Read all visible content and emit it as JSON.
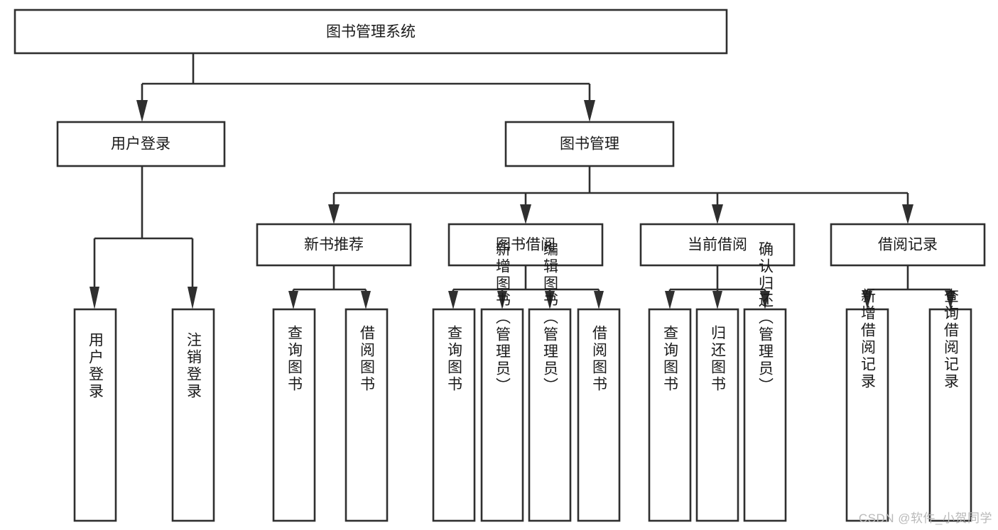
{
  "diagram": {
    "type": "tree-hierarchy",
    "title": "图书管理系统",
    "watermark": "CSDN @软件_小贺同学",
    "colors": {
      "stroke": "#2f2f2f",
      "fill": "#ffffff",
      "text": "#1a1a1a",
      "watermark": "#b9b9b9",
      "background": "#ffffff"
    },
    "levels": {
      "root": {
        "label": "图书管理系统",
        "orientation": "horizontal"
      },
      "level1": [
        {
          "label": "用户登录",
          "orientation": "horizontal"
        },
        {
          "label": "图书管理",
          "orientation": "horizontal"
        }
      ],
      "level2": [
        {
          "label": "新书推荐",
          "orientation": "horizontal",
          "parent": "图书管理"
        },
        {
          "label": "图书借阅",
          "orientation": "horizontal",
          "parent": "图书管理"
        },
        {
          "label": "当前借阅",
          "orientation": "horizontal",
          "parent": "图书管理"
        },
        {
          "label": "借阅记录",
          "orientation": "horizontal",
          "parent": "图书管理"
        }
      ],
      "leaves": {
        "用户登录": [
          {
            "label": "用户登录",
            "orientation": "vertical",
            "align": "bottom"
          },
          {
            "label": "注销登录",
            "orientation": "vertical",
            "align": "bottom"
          }
        ],
        "新书推荐": [
          {
            "label": "查询图书",
            "orientation": "vertical",
            "align": "middle"
          },
          {
            "label": "借阅图书",
            "orientation": "vertical",
            "align": "middle"
          }
        ],
        "图书借阅": [
          {
            "label": "查询图书",
            "orientation": "vertical",
            "align": "middle"
          },
          {
            "label": "新增图书（管理员）",
            "orientation": "vertical",
            "align": "top"
          },
          {
            "label": "编辑图书（管理员）",
            "orientation": "vertical",
            "align": "top"
          },
          {
            "label": "借阅图书",
            "orientation": "vertical",
            "align": "middle"
          }
        ],
        "当前借阅": [
          {
            "label": "查询图书",
            "orientation": "vertical",
            "align": "middle"
          },
          {
            "label": "归还图书",
            "orientation": "vertical",
            "align": "middle"
          },
          {
            "label": "确认归还（管理员）",
            "orientation": "vertical",
            "align": "top"
          }
        ],
        "借阅记录": [
          {
            "label": "新增借阅记录",
            "orientation": "vertical",
            "align": "middle"
          },
          {
            "label": "查询借阅记录",
            "orientation": "vertical",
            "align": "middle"
          }
        ]
      }
    }
  }
}
